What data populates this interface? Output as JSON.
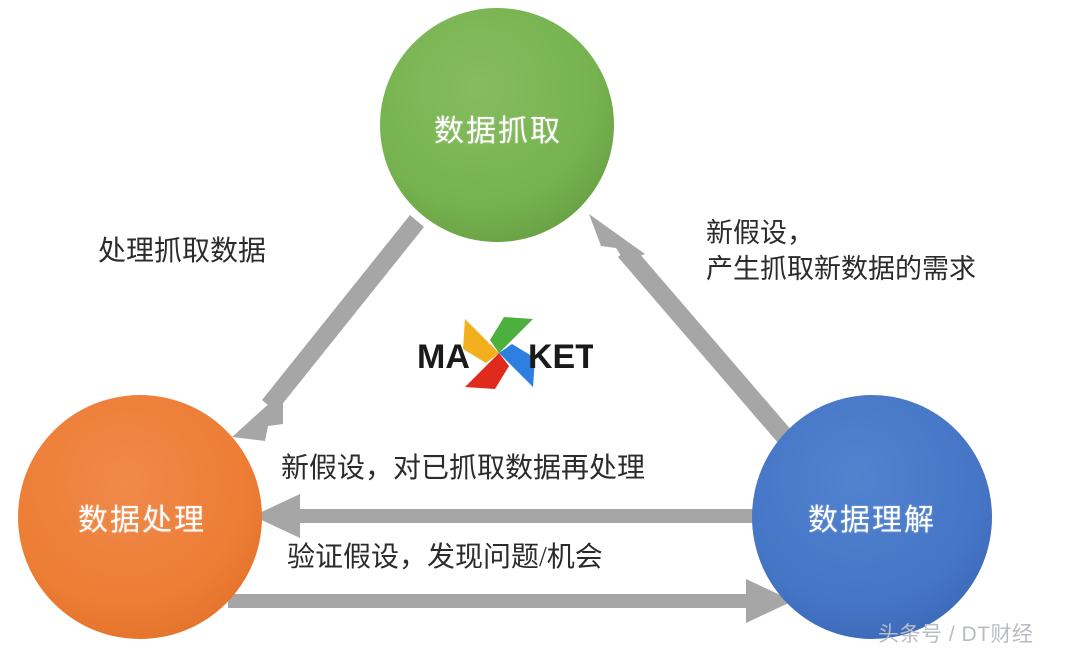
{
  "diagram": {
    "title": "MAXKET data cycle diagram",
    "background_color": "#ffffff",
    "arrow_color": "#a6a6a6",
    "nodes": [
      {
        "id": "scrape",
        "label": "数据抓取",
        "color": "#70AD47",
        "text_color": "#ffffff",
        "position": "top"
      },
      {
        "id": "process",
        "label": "数据处理",
        "color": "#ED7D31",
        "text_color": "#ffffff",
        "position": "bottom-left"
      },
      {
        "id": "understand",
        "label": "数据理解",
        "color": "#4472C4",
        "text_color": "#ffffff",
        "position": "bottom-right"
      }
    ],
    "edges": [
      {
        "id": "scrape-to-process",
        "from": "scrape",
        "to": "process",
        "label": "处理抓取数据"
      },
      {
        "id": "understand-to-scrape",
        "from": "understand",
        "to": "scrape",
        "label_line1": "新假设，",
        "label_line2": "产生抓取新数据的需求"
      },
      {
        "id": "understand-to-process",
        "from": "understand",
        "to": "process",
        "label": "新假设，对已抓取数据再处理"
      },
      {
        "id": "process-to-understand",
        "from": "process",
        "to": "understand",
        "label": "验证假设，发现问题/机会"
      }
    ]
  },
  "logo": {
    "wordmark_left": "MA",
    "wordmark_right": "KET",
    "full_name": "MAXKET",
    "text_color": "#1a1a1a",
    "blade_colors": {
      "top_left": "#F2B01E",
      "top_right": "#4CAF3E",
      "bottom_left": "#E02A1E",
      "bottom_right": "#2D7FE0"
    }
  },
  "watermark": {
    "text": "头条号 / DT财经",
    "color": "#b9bcc2"
  }
}
